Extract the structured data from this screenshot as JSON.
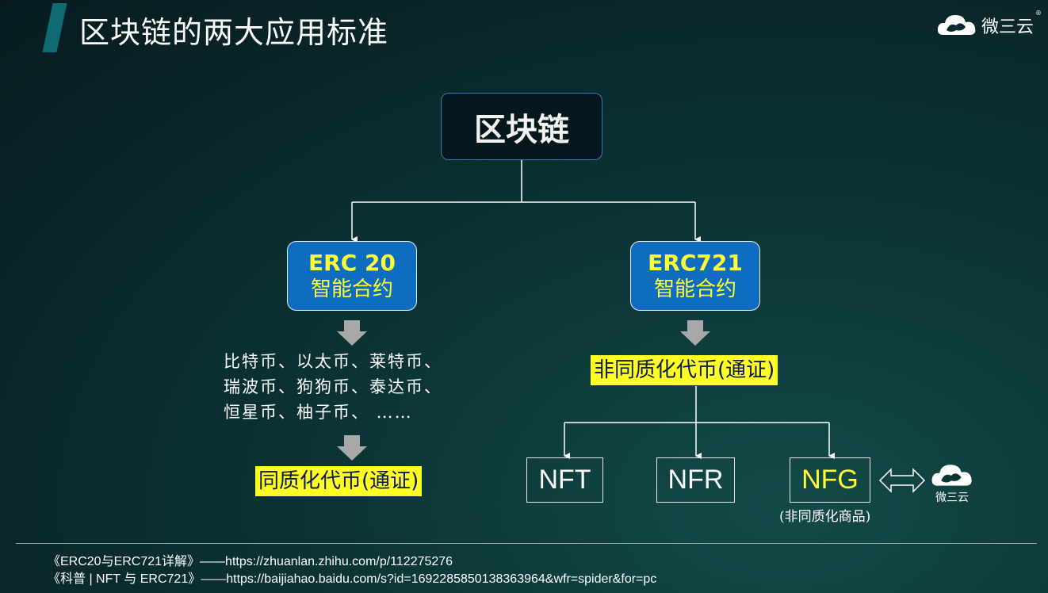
{
  "header": {
    "title": "区块链的两大应用标准",
    "brand": "微三云",
    "reg": "®"
  },
  "root": {
    "label": "区块链"
  },
  "left": {
    "line1": "ERC 20",
    "line2": "智能合约",
    "coins": [
      "比特币、以太币、莱特币、",
      "瑞波币、狗狗币、泰达币、",
      "恒星币、柚子币、 ……"
    ],
    "result": "同质化代币(通证)"
  },
  "right": {
    "line1": "ERC721",
    "line2": "智能合约",
    "result": "非同质化代币(通证)",
    "outputs": [
      "NFT",
      "NFR",
      "NFG"
    ],
    "nfg_note": "(非同质化商品)",
    "partner": "微三云"
  },
  "colors": {
    "highlight": "#ffff22",
    "box_blue": "#0e6cc1",
    "accent_yellow": "#ffff33"
  },
  "references": [
    "《ERC20与ERC721详解》——https://zhuanlan.zhihu.com/p/112275276",
    "《科普 | NFT 与 ERC721》——https://baijiahao.baidu.com/s?id=1692285850138363964&wfr=spider&for=pc"
  ]
}
